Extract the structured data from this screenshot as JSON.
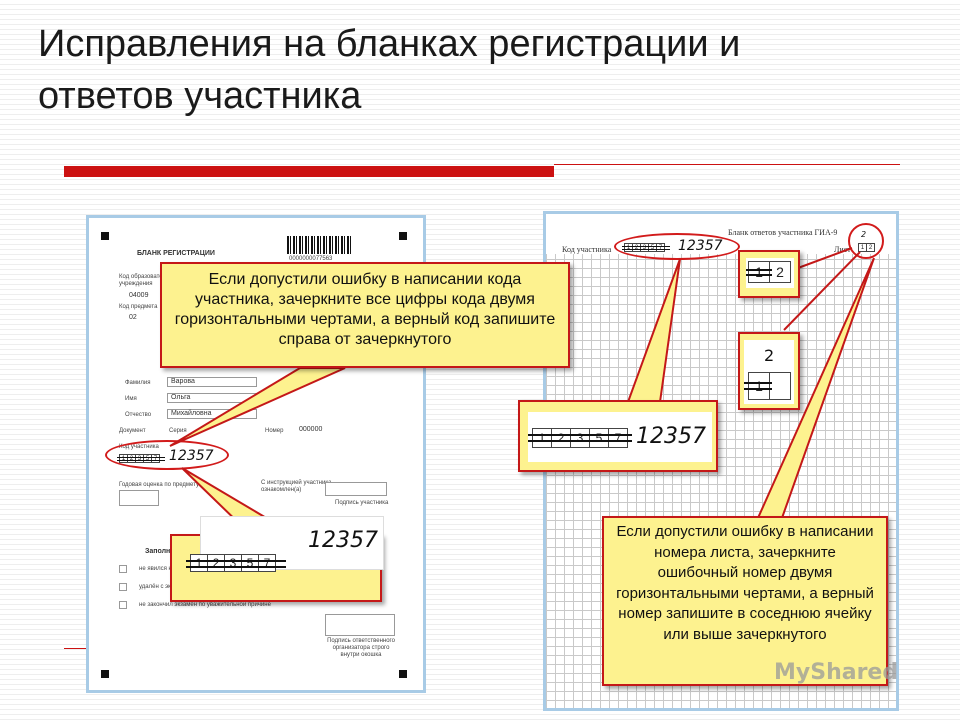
{
  "slide": {
    "title_line1": "Исправления на бланках регистрации и",
    "title_line2": "ответов участника"
  },
  "left_form": {
    "heading": "БЛАНК РЕГИСТРАЦИИ",
    "barcode_digits": "0000000077563",
    "edu_code_label": "Код образовательного учреждения",
    "edu_code_value": "04009",
    "subject_code_label": "Код предмета",
    "subject_code_value": "02",
    "surname_label": "Фамилия",
    "surname_value": "Варова",
    "name_label": "Имя",
    "name_value": "Ольга",
    "patronymic_label": "Отчество",
    "patronymic_value": "Михайловна",
    "document_label": "Документ",
    "series_label": "Серия",
    "number_label": "Номер",
    "number_value": "000000",
    "participant_code_label": "Код участника",
    "old_code_digits": [
      "1",
      "2",
      "3",
      "5",
      "7"
    ],
    "new_code": "12357",
    "annual_grade_label": "Годовая оценка по предмету",
    "instruction_label": "С инструкцией участника ознакомлен(а)",
    "signature_label": "Подпись участника",
    "fill_section_label": "Заполн",
    "checkbox_items": [
      "не явился на экзамен",
      "удалён с экзамена",
      "не закончил экзамен по уважительной причине"
    ],
    "responsible_signature_label": "Подпись ответственного организатора строго внутри окошка"
  },
  "right_form": {
    "heading": "Бланк ответов участника ГИА-9",
    "participant_code_label": "Код участника",
    "old_code_digits": [
      "1",
      "2",
      "3",
      "5",
      "7"
    ],
    "new_code": "12357",
    "sheet_label": "Лист",
    "sheet_old_value": "1",
    "sheet_new_value": "2"
  },
  "callouts": {
    "code_error": "Если допустили ошибку в написании кода участника, зачеркните все цифры кода двумя горизонтальными чертами, а верный код запишите справа от зачеркнутого",
    "sheet_error": "Если допустили ошибку в написании номера листа, зачеркните ошибочный номер двумя горизонтальными чертами, а верный номер запишите в соседнюю ячейку или выше зачеркнутого",
    "zoom_left_code": "12357",
    "zoom_left_digits": [
      "1",
      "2",
      "3",
      "5",
      "7"
    ],
    "zoom_right_code": "12357",
    "zoom_right_digits": [
      "1",
      "2",
      "3",
      "5",
      "7"
    ],
    "sheet_zoom_a_old": "1",
    "sheet_zoom_a_new": "2",
    "sheet_zoom_b_old": "1",
    "sheet_zoom_b_new": "2"
  },
  "watermark": "MyShared"
}
